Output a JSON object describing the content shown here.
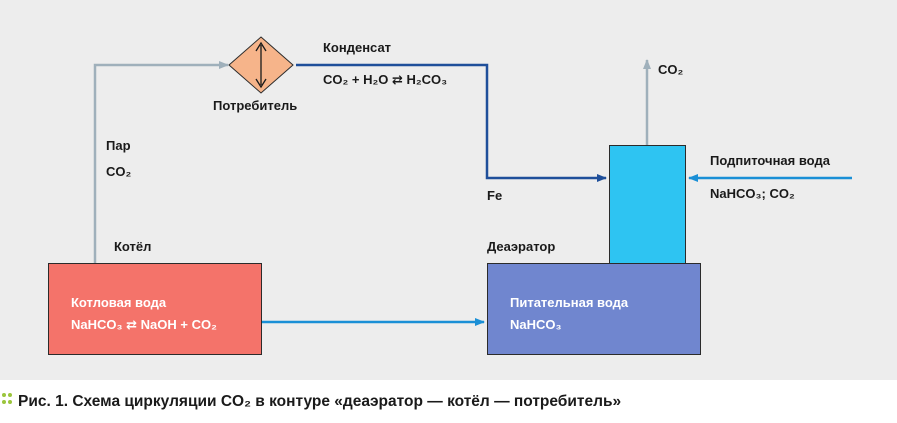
{
  "labels": {
    "consumer": "Потребитель",
    "condensate": "Конденсат",
    "reaction_condensate": "CO₂ + H₂O ⇄ H₂CO₃",
    "steam": "Пар",
    "steam_co2": "CO₂",
    "boiler": "Котёл",
    "deaerator": "Деаэратор",
    "fe": "Fe",
    "co2_out": "CO₂",
    "makeup_water": "Подпиточная вода",
    "makeup_components": "NaHCO₃; CO₂"
  },
  "boxes": {
    "boiler_water": "Котловая вода",
    "boiler_reaction": "NaHCO₃ ⇄ NaOH + CO₂",
    "feed_water": "Питательная вода",
    "feed_component": "NaHCO₃"
  },
  "caption": "Рис. 1. Схема циркуляции CO₂ в контуре «деаэратор — котёл — потребитель»",
  "colors": {
    "steam_line": "#9fb0bb",
    "condensate_line": "#1f4f9a",
    "flow_line": "#1a8fd6",
    "boiler": "#f4736a",
    "feed": "#7086cf",
    "deaerator": "#2ec4f2",
    "consumer": "#f6b48a",
    "bullet": "#9bc53d"
  }
}
